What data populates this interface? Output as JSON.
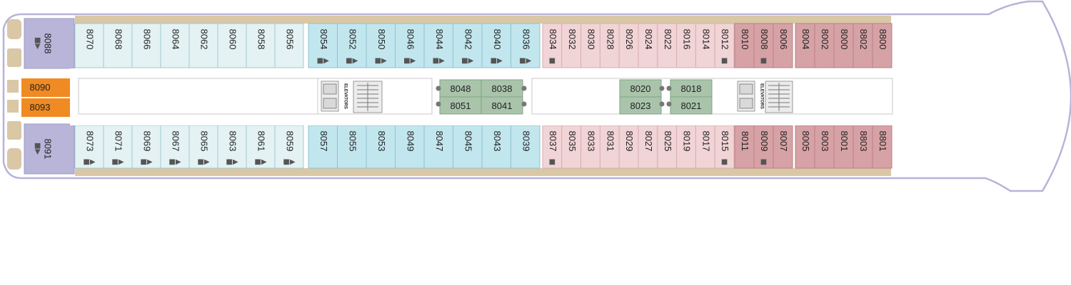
{
  "deck": {
    "colors": {
      "hull_outline": "#b7b3d8",
      "deck_plank": "#d9c7a6",
      "category_aqua_light": "#e4f2f4",
      "category_aqua": "#c2e6ee",
      "category_pink_light": "#f1d4d6",
      "category_rose": "#d6a2a6",
      "category_lavender": "#b8b5d9",
      "category_green": "#a9c4ab",
      "category_orange": "#f08a22",
      "corridor": "#ffffff",
      "elevator": "#d9d9d9"
    },
    "top_row": [
      {
        "num": "8070",
        "cat": "aqua_light",
        "icons": ""
      },
      {
        "num": "8068",
        "cat": "aqua_light",
        "icons": ""
      },
      {
        "num": "8066",
        "cat": "aqua_light",
        "icons": ""
      },
      {
        "num": "8064",
        "cat": "aqua_light",
        "icons": ""
      },
      {
        "num": "8062",
        "cat": "aqua_light",
        "icons": ""
      },
      {
        "num": "8060",
        "cat": "aqua_light",
        "icons": ""
      },
      {
        "num": "8058",
        "cat": "aqua_light",
        "icons": ""
      },
      {
        "num": "8056",
        "cat": "aqua_light",
        "icons": ""
      },
      {
        "num": "8054",
        "cat": "aqua",
        "icons": "■▶"
      },
      {
        "num": "8052",
        "cat": "aqua",
        "icons": "■▶"
      },
      {
        "num": "8050",
        "cat": "aqua",
        "icons": "■▶"
      },
      {
        "num": "8046",
        "cat": "aqua",
        "icons": "■▶"
      },
      {
        "num": "8044",
        "cat": "aqua",
        "icons": "■▶"
      },
      {
        "num": "8042",
        "cat": "aqua",
        "icons": "■▶"
      },
      {
        "num": "8040",
        "cat": "aqua",
        "icons": "■▶"
      },
      {
        "num": "8036",
        "cat": "aqua",
        "icons": "■▶"
      },
      {
        "num": "8034",
        "cat": "pink_light",
        "icons": "■"
      },
      {
        "num": "8032",
        "cat": "pink_light",
        "icons": ""
      },
      {
        "num": "8030",
        "cat": "pink_light",
        "icons": ""
      },
      {
        "num": "8028",
        "cat": "pink_light",
        "icons": ""
      },
      {
        "num": "8026",
        "cat": "pink_light",
        "icons": ""
      },
      {
        "num": "8024",
        "cat": "pink_light",
        "icons": ""
      },
      {
        "num": "8022",
        "cat": "pink_light",
        "icons": ""
      },
      {
        "num": "8016",
        "cat": "pink_light",
        "icons": ""
      },
      {
        "num": "8014",
        "cat": "pink_light",
        "icons": ""
      },
      {
        "num": "8012",
        "cat": "pink_light",
        "icons": "■"
      },
      {
        "num": "8010",
        "cat": "rose",
        "icons": ""
      },
      {
        "num": "8008",
        "cat": "rose",
        "icons": "■"
      },
      {
        "num": "8006",
        "cat": "rose",
        "icons": ""
      },
      {
        "num": "8004",
        "cat": "rose",
        "icons": ""
      },
      {
        "num": "8002",
        "cat": "rose",
        "icons": ""
      },
      {
        "num": "8000",
        "cat": "rose",
        "icons": ""
      },
      {
        "num": "8802",
        "cat": "rose",
        "icons": ""
      },
      {
        "num": "8800",
        "cat": "rose",
        "icons": ""
      }
    ],
    "bottom_row": [
      {
        "num": "8073",
        "cat": "aqua_light",
        "icons": "■▶"
      },
      {
        "num": "8071",
        "cat": "aqua_light",
        "icons": "■▶"
      },
      {
        "num": "8069",
        "cat": "aqua_light",
        "icons": "■▶"
      },
      {
        "num": "8067",
        "cat": "aqua_light",
        "icons": "■▶"
      },
      {
        "num": "8065",
        "cat": "aqua_light",
        "icons": "■▶"
      },
      {
        "num": "8063",
        "cat": "aqua_light",
        "icons": "■▶"
      },
      {
        "num": "8061",
        "cat": "aqua_light",
        "icons": "■▶"
      },
      {
        "num": "8059",
        "cat": "aqua_light",
        "icons": "■▶"
      },
      {
        "num": "8057",
        "cat": "aqua",
        "icons": ""
      },
      {
        "num": "8055",
        "cat": "aqua",
        "icons": ""
      },
      {
        "num": "8053",
        "cat": "aqua",
        "icons": ""
      },
      {
        "num": "8049",
        "cat": "aqua",
        "icons": ""
      },
      {
        "num": "8047",
        "cat": "aqua",
        "icons": ""
      },
      {
        "num": "8045",
        "cat": "aqua",
        "icons": ""
      },
      {
        "num": "8043",
        "cat": "aqua",
        "icons": ""
      },
      {
        "num": "8039",
        "cat": "aqua",
        "icons": ""
      },
      {
        "num": "8037",
        "cat": "pink_light",
        "icons": "■"
      },
      {
        "num": "8035",
        "cat": "pink_light",
        "icons": ""
      },
      {
        "num": "8033",
        "cat": "pink_light",
        "icons": ""
      },
      {
        "num": "8031",
        "cat": "pink_light",
        "icons": ""
      },
      {
        "num": "8029",
        "cat": "pink_light",
        "icons": ""
      },
      {
        "num": "8027",
        "cat": "pink_light",
        "icons": ""
      },
      {
        "num": "8025",
        "cat": "pink_light",
        "icons": ""
      },
      {
        "num": "8019",
        "cat": "pink_light",
        "icons": ""
      },
      {
        "num": "8017",
        "cat": "pink_light",
        "icons": ""
      },
      {
        "num": "8015",
        "cat": "pink_light",
        "icons": "■"
      },
      {
        "num": "8011",
        "cat": "rose",
        "icons": ""
      },
      {
        "num": "8009",
        "cat": "rose",
        "icons": "■"
      },
      {
        "num": "8007",
        "cat": "rose",
        "icons": ""
      },
      {
        "num": "8005",
        "cat": "rose",
        "icons": ""
      },
      {
        "num": "8003",
        "cat": "rose",
        "icons": ""
      },
      {
        "num": "8001",
        "cat": "rose",
        "icons": ""
      },
      {
        "num": "8803",
        "cat": "rose",
        "icons": ""
      },
      {
        "num": "8801",
        "cat": "rose",
        "icons": ""
      }
    ],
    "aft_suites": [
      {
        "num": "8088",
        "icons": "■▶"
      },
      {
        "num": "8091",
        "icons": "■▶"
      }
    ],
    "aft_orange": [
      "8090",
      "8093"
    ],
    "interior_cabins": {
      "block_a": [
        [
          "8048",
          "8038"
        ],
        [
          "8051",
          "8041"
        ]
      ],
      "block_b": [
        "8020",
        "8023"
      ],
      "block_c": [
        "8018",
        "8021"
      ]
    },
    "elevator_label": "ELEVATORS"
  }
}
